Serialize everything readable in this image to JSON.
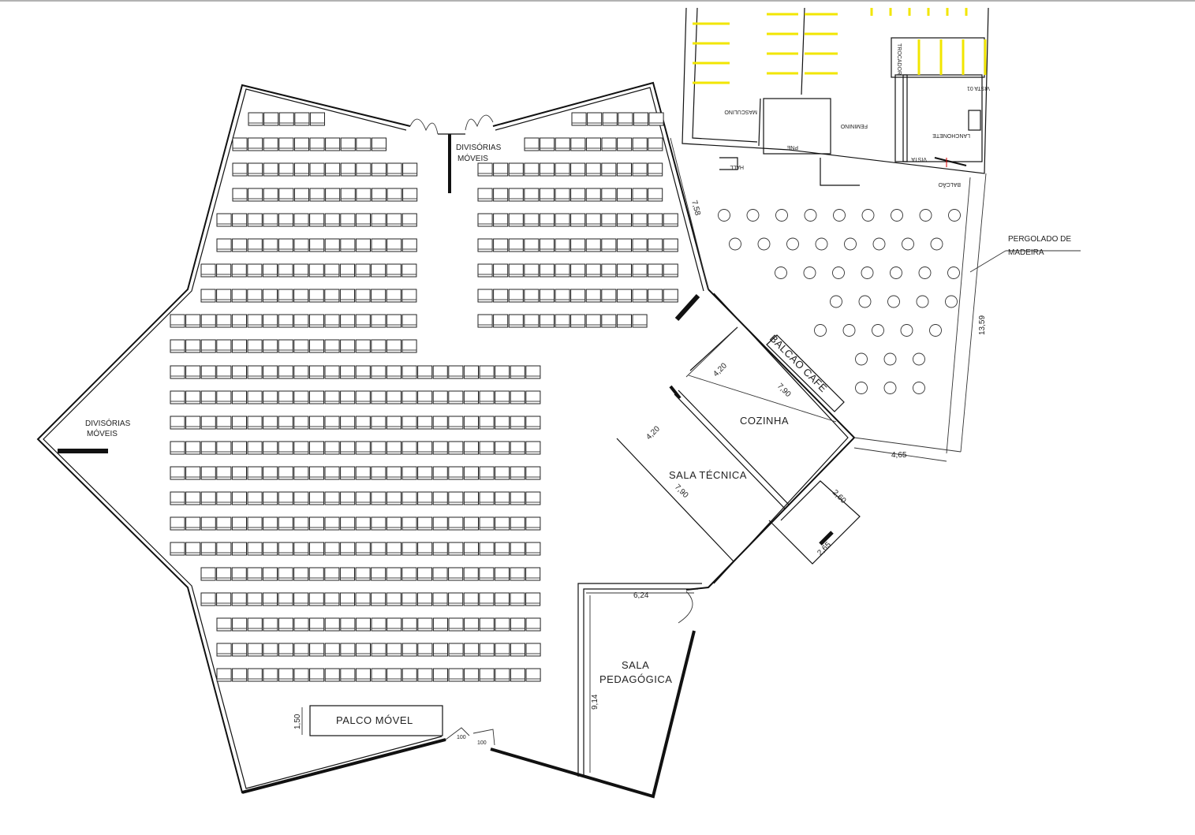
{
  "labels": {
    "divisorias_top_1": "DIVISÓRIAS",
    "divisorias_top_2": "MÓVEIS",
    "divisorias_left_1": "DIVISÓRIAS",
    "divisorias_left_2": "MÓVEIS",
    "palco": "PALCO MÓVEL",
    "cozinha": "COZINHA",
    "sala_tecnica": "SALA TÉCNICA",
    "balcao_cafe": "BALCÃO CAFÉ",
    "sala_pedagogica_1": "SALA",
    "sala_pedagogica_2": "PEDAGÓGICA",
    "pergolado_1": "PERGOLADO DE",
    "pergolado_2": "MADEIRA",
    "masculino": "MASCULINO",
    "feminino": "FEMININO",
    "lanchonete": "LANCHONETE",
    "hall": "HALL",
    "pne": "PNE",
    "trocador": "TROCADOR",
    "vista_1": "VISTA 01",
    "vista_2": "VISTA",
    "balcao": "BALCÃO",
    "door_100_a": "100",
    "door_100_b": "100"
  },
  "dimensions": {
    "d758": "7,58",
    "d1359": "13,59",
    "d465": "4,65",
    "d420a": "4,20",
    "d420b": "4,20",
    "d790a": "7,90",
    "d790b": "7,90",
    "d260": "2,60",
    "d265": "2,65",
    "d624": "6,24",
    "d914": "9,14",
    "d150": "1,50"
  },
  "seating": {
    "upper_left_counts": [
      5,
      10,
      12,
      12,
      13,
      13,
      14,
      14,
      16,
      16
    ],
    "upper_right_counts": [
      6,
      9,
      12,
      12,
      13,
      13,
      13,
      13,
      11
    ],
    "lower_counts": [
      24,
      24,
      24,
      24,
      24,
      24,
      24,
      24,
      22,
      22,
      21,
      21,
      21
    ]
  },
  "pergola_rows": [
    9,
    8,
    7,
    5,
    5,
    3,
    3
  ]
}
